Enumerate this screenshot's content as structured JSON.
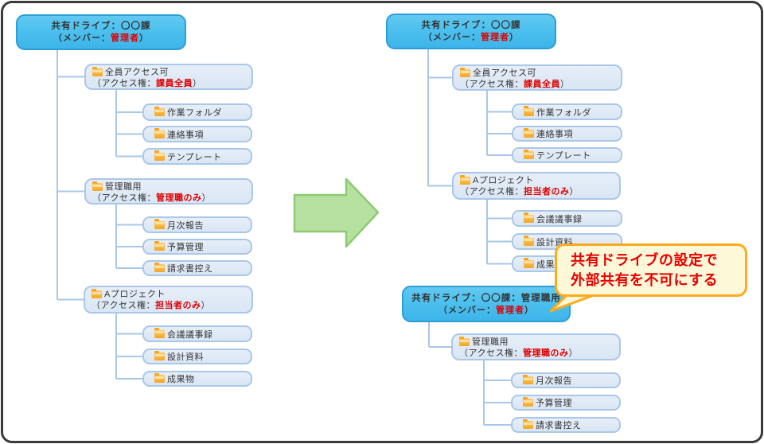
{
  "palette": {
    "drive_box_fill": "#4cc0ee",
    "drive_box_border": "#2e9ed9",
    "folder_box_fill": "#dde8f5",
    "folder_box_border": "#a9c7e9",
    "connector": "#a9c7e9",
    "highlight_red": "#dd0000",
    "callout_fill": "#fdf8d8",
    "callout_border": "#ffa91e",
    "callout_text": "#e60000",
    "arrow_fill": "#b5e0a0",
    "arrow_border": "#8ccb72",
    "folder_icon": "#f5a623",
    "frame_border": "#3b3b3b"
  },
  "icons": {
    "folder": "folder-icon",
    "arrow": "right-arrow-icon"
  },
  "trees": {
    "left": {
      "root": {
        "title": "共有ドライブ：〇〇課",
        "member_prefix": "（メンバー：",
        "member_value": "管理者",
        "member_suffix": "）"
      },
      "groups": [
        {
          "label": "全員アクセス可",
          "access_prefix": "（アクセス権：",
          "access_value": "課員全員",
          "access_suffix": "）"
        },
        {
          "label": "管理職用",
          "access_prefix": "（アクセス権：",
          "access_value": "管理職のみ",
          "access_suffix": "）"
        },
        {
          "label": "Aプロジェクト",
          "access_prefix": "（アクセス権：",
          "access_value": "担当者のみ",
          "access_suffix": "）"
        }
      ],
      "folders": [
        "作業フォルダ",
        "連絡事項",
        "テンプレート",
        "月次報告",
        "予算管理",
        "請求書控え",
        "会議議事録",
        "設計資料",
        "成果物"
      ]
    },
    "right_top": {
      "root": {
        "title": "共有ドライブ：〇〇課",
        "member_prefix": "（メンバー：",
        "member_value": "管理者",
        "member_suffix": "）"
      },
      "groups": [
        {
          "label": "全員アクセス可",
          "access_prefix": "（アクセス権：",
          "access_value": "課員全員",
          "access_suffix": "）"
        },
        {
          "label": "Aプロジェクト",
          "access_prefix": "（アクセス権：",
          "access_value": "担当者のみ",
          "access_suffix": "）"
        }
      ],
      "folders": [
        "作業フォルダ",
        "連絡事項",
        "テンプレート",
        "会議議事録",
        "設計資料",
        "成果物"
      ]
    },
    "right_bottom": {
      "root": {
        "title": "共有ドライブ：〇〇課：管理職用",
        "member_prefix": "（メンバー：",
        "member_value": "管理者",
        "member_suffix": "）"
      },
      "groups": [
        {
          "label": "管理職用",
          "access_prefix": "（アクセス権：",
          "access_value": "管理職のみ",
          "access_suffix": "）"
        }
      ],
      "folders": [
        "月次報告",
        "予算管理",
        "請求書控え"
      ]
    }
  },
  "callout": {
    "line1": "共有ドライブの設定で",
    "line2": "外部共有を不可にする"
  }
}
